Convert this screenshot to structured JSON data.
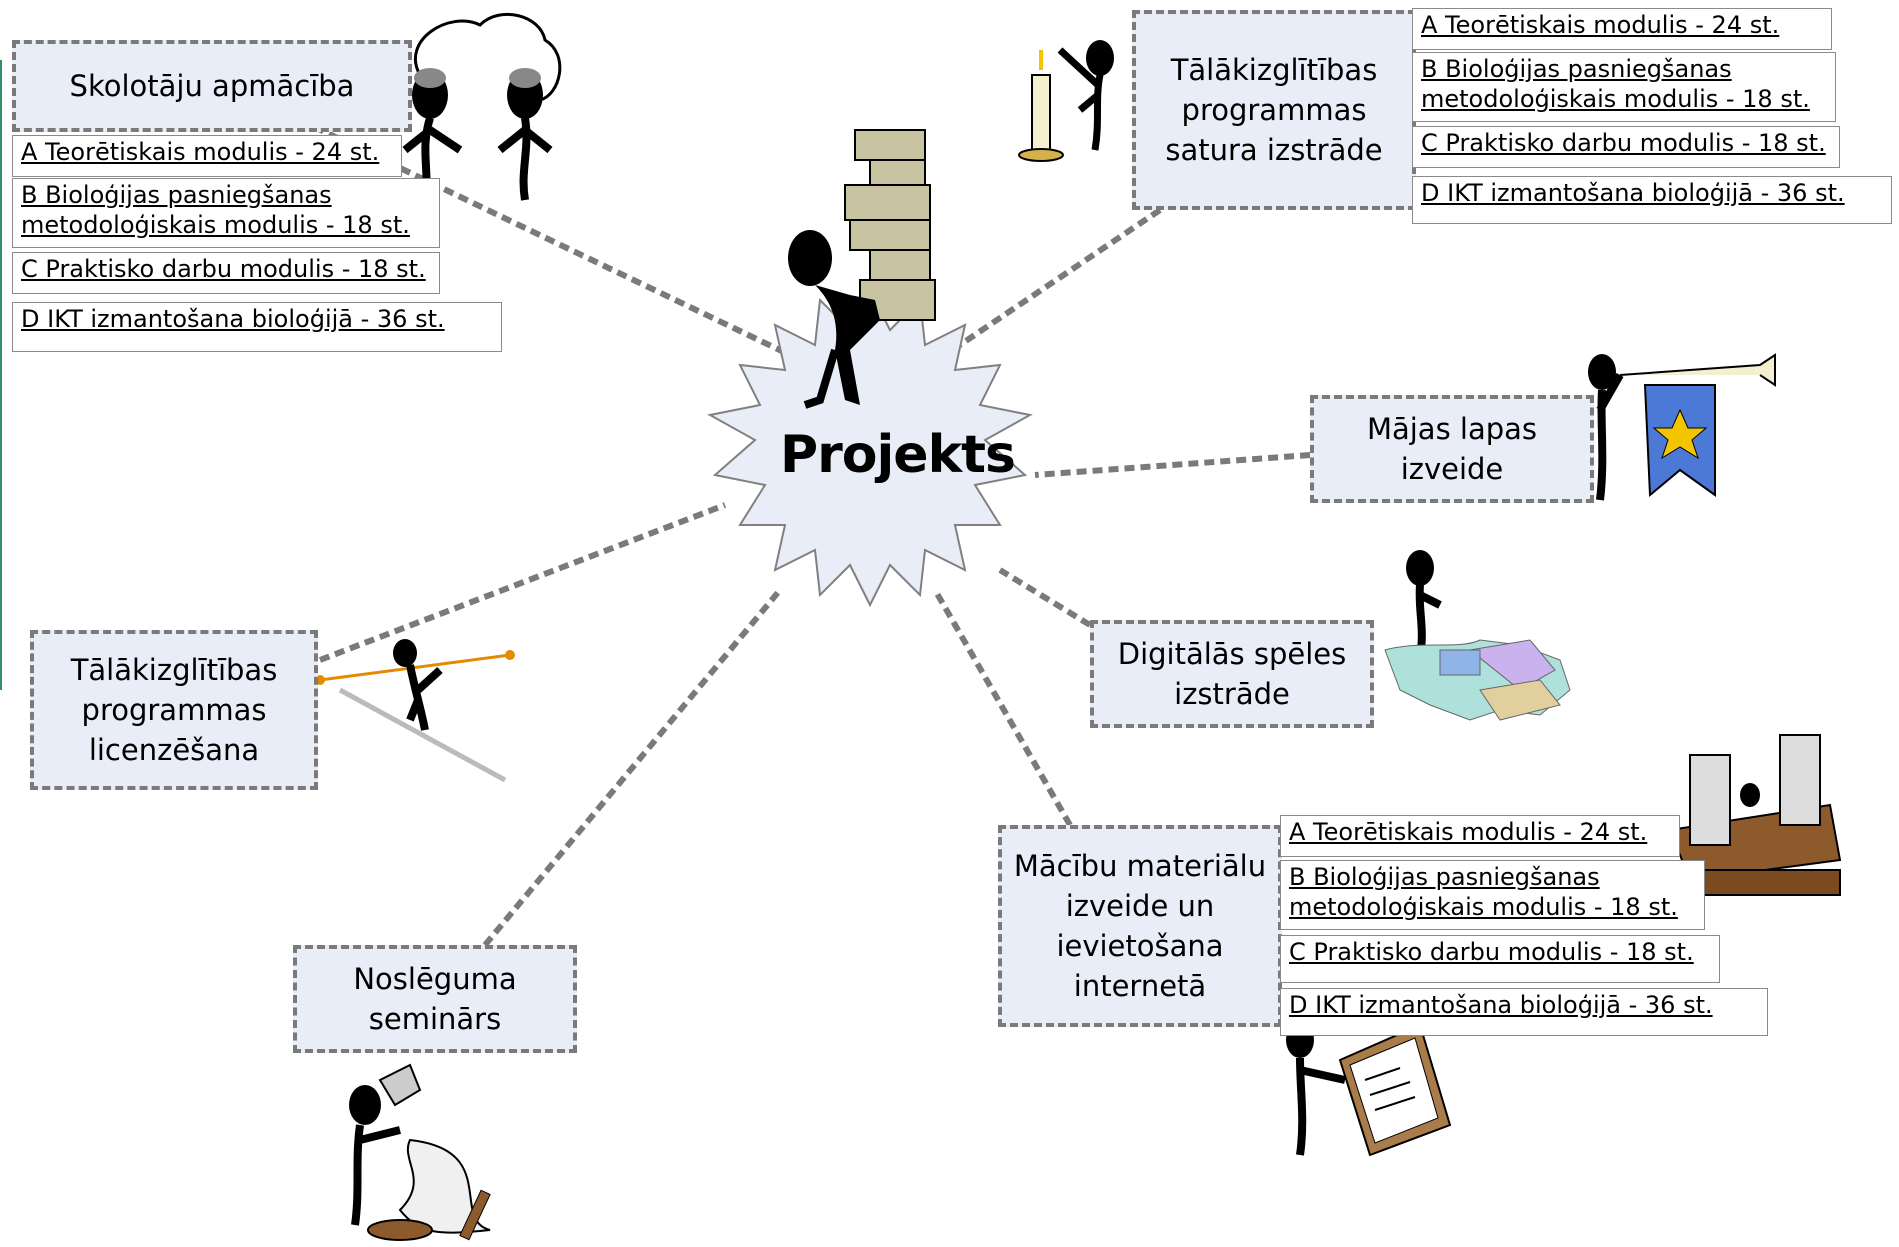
{
  "center": {
    "label": "Projekts"
  },
  "nodes": {
    "skolotaju": "Skolotāju apmācība",
    "satura": "Tālākizglītības\nprogrammas\nsatura izstrāde",
    "majas": "Mājas lapas\nizveide",
    "speles": "Digitālās spēles\nizstrāde",
    "licenz": "Tālākizglītības\nprogrammas\nlicenzēšana",
    "materialu": "Mācību materiālu\nizveide un\nievietošana\ninternetā",
    "nosleguma": "Noslēguma\nseminārs"
  },
  "modules_teachers": [
    "A Teorētiskais modulis - 24 st.",
    "B  Bioloģijas pasniegšanas\nmetodoloģiskais modulis - 18 st.",
    "C Praktisko darbu modulis - 18 st.",
    "D IKT izmantošana bioloģijā - 36 st."
  ],
  "modules_content": [
    "A Teorētiskais modulis - 24 st.",
    "B  Bioloģijas pasniegšanas\nmetodoloģiskais modulis - 18 st.",
    "C Praktisko darbu modulis - 18 st.",
    "D IKT izmantošana bioloģijā - 36 st."
  ],
  "modules_materials": [
    "A Teorētiskais modulis - 24 st.",
    "B  Bioloģijas pasniegšanas\nmetodoloģiskais modulis - 18 st.",
    "C Praktisko darbu modulis - 18 st.",
    "D IKT izmantošana bioloģijā - 36 st."
  ],
  "illustrations": [
    "two-figures-thinking-icon",
    "figure-lighting-candle-icon",
    "figure-carrying-boxes-icon",
    "figure-trumpet-banner-icon",
    "figure-puzzle-pieces-icon",
    "figure-balancing-pole-icon",
    "figure-desk-paper-stacks-icon",
    "figure-clipboard-icon",
    "figure-hourglass-icon"
  ],
  "colors": {
    "node_fill": "#e8edf7",
    "node_border": "#7a7a7a",
    "connector": "#7a7a7a",
    "center_fill": "#e8edf7"
  }
}
